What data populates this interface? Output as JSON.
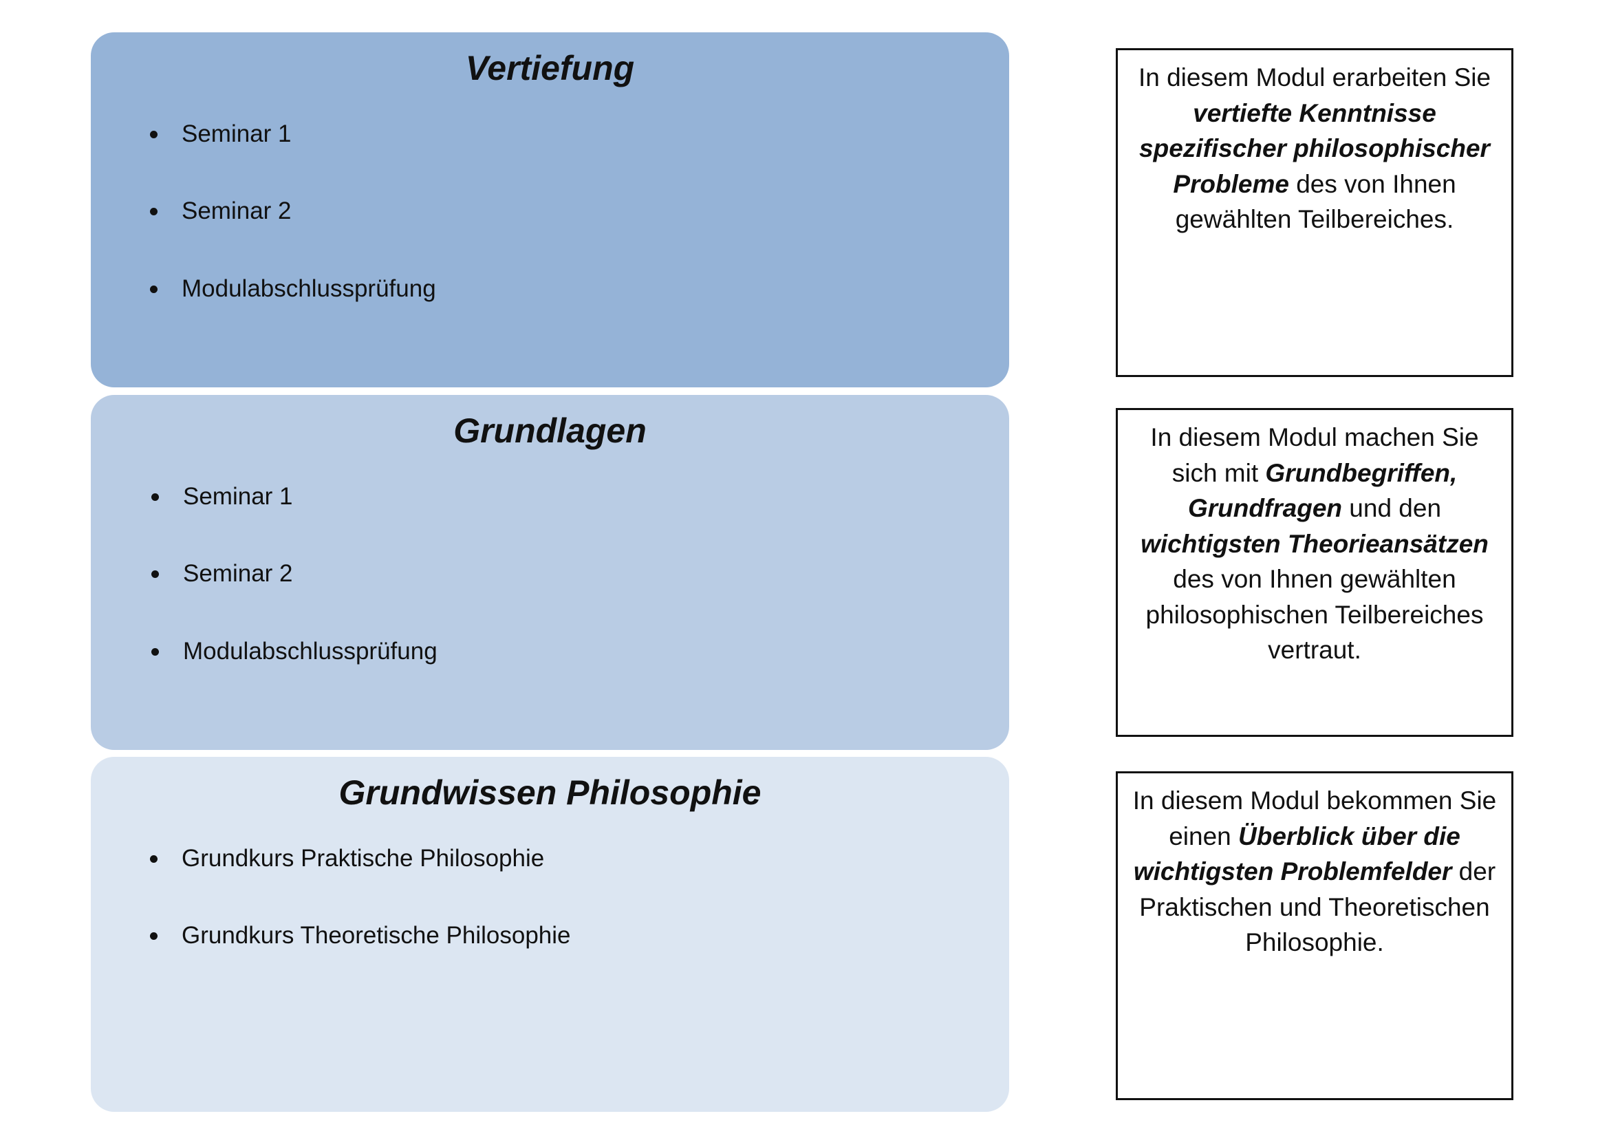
{
  "modules": [
    {
      "title": "Vertiefung",
      "items": [
        "Seminar 1",
        "Seminar 2",
        "Modulabschlussprüfung"
      ],
      "color": "#95b3d7",
      "description": [
        {
          "t": "In diesem Modul erarbeiten Sie ",
          "bold": false
        },
        {
          "t": "vertiefte Kenntnisse spezifischer philosophischer Probleme",
          "bold": true
        },
        {
          "t": " des von Ihnen gewählten Teilbereiches.",
          "bold": false
        }
      ]
    },
    {
      "title": "Grundlagen",
      "items": [
        "Seminar 1",
        "Seminar 2",
        "Modulabschlussprüfung"
      ],
      "color": "#b9cce4",
      "description": [
        {
          "t": "In diesem Modul machen Sie sich mit ",
          "bold": false
        },
        {
          "t": "Grundbegriffen, Grundfragen",
          "bold": true
        },
        {
          "t": " und den ",
          "bold": false
        },
        {
          "t": "wichtigsten Theorieansätzen",
          "bold": true
        },
        {
          "t": " des von Ihnen gewählten philosophischen Teilbereiches vertraut.",
          "bold": false
        }
      ]
    },
    {
      "title": "Grundwissen Philosophie",
      "items": [
        "Grundkurs Praktische Philosophie",
        "Grundkurs Theoretische Philosophie"
      ],
      "color": "#dce6f2",
      "description": [
        {
          "t": "In diesem Modul bekommen Sie einen ",
          "bold": false
        },
        {
          "t": "Überblick über die wichtigsten Problemfelder",
          "bold": true
        },
        {
          "t": " der Praktischen und Theoretischen Philosophie.",
          "bold": false
        }
      ]
    }
  ]
}
